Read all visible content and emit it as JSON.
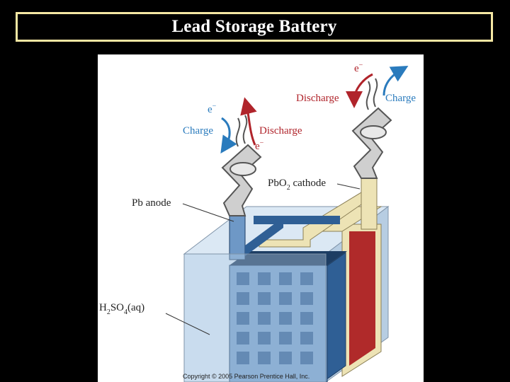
{
  "slide": {
    "title": "Lead Storage Battery"
  },
  "diagram": {
    "labels": {
      "anode": "Pb anode",
      "cathode_main": "PbO",
      "cathode_sub": "2",
      "cathode_rest": " cathode",
      "electrolyte_a": "H",
      "electrolyte_sub1": "2",
      "electrolyte_b": "SO",
      "electrolyte_sub2": "4",
      "electrolyte_c": "(aq)",
      "left_charge": "Charge",
      "left_discharge": "Discharge",
      "right_charge": "Charge",
      "right_discharge": "Discharge",
      "electron": "e",
      "electron_sup": "−"
    },
    "copyright": "Copyright © 2005 Pearson Prentice Hall, Inc."
  },
  "colors": {
    "background": "#000000",
    "title_border": "#f5e7a3",
    "electrolyte": "#c9dcef",
    "anode_plate": "#2f5f95",
    "cathode_frame": "#ede3b5",
    "cathode_plate": "#b02a2a",
    "arrow_red": "#b0242b",
    "arrow_blue": "#2a7bbd"
  }
}
